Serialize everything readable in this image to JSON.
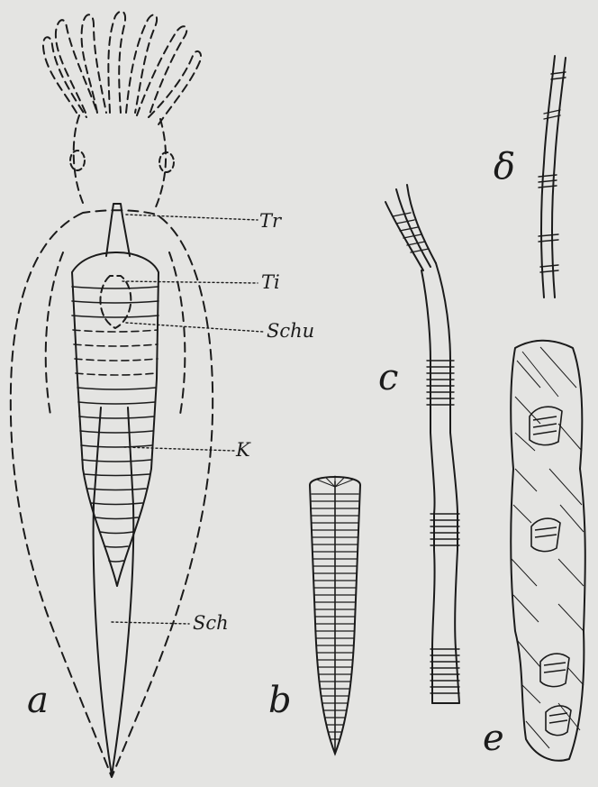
{
  "figure": {
    "panels": {
      "a": "a",
      "b": "b",
      "c": "c",
      "d": "δ",
      "e": "e"
    },
    "labels": {
      "tr": "Tr",
      "ti": "Ti",
      "schu": "Schu",
      "k": "K",
      "sch": "Sch"
    },
    "colors": {
      "paper": "#e4e4e2",
      "ink": "#1b1b1b"
    }
  }
}
